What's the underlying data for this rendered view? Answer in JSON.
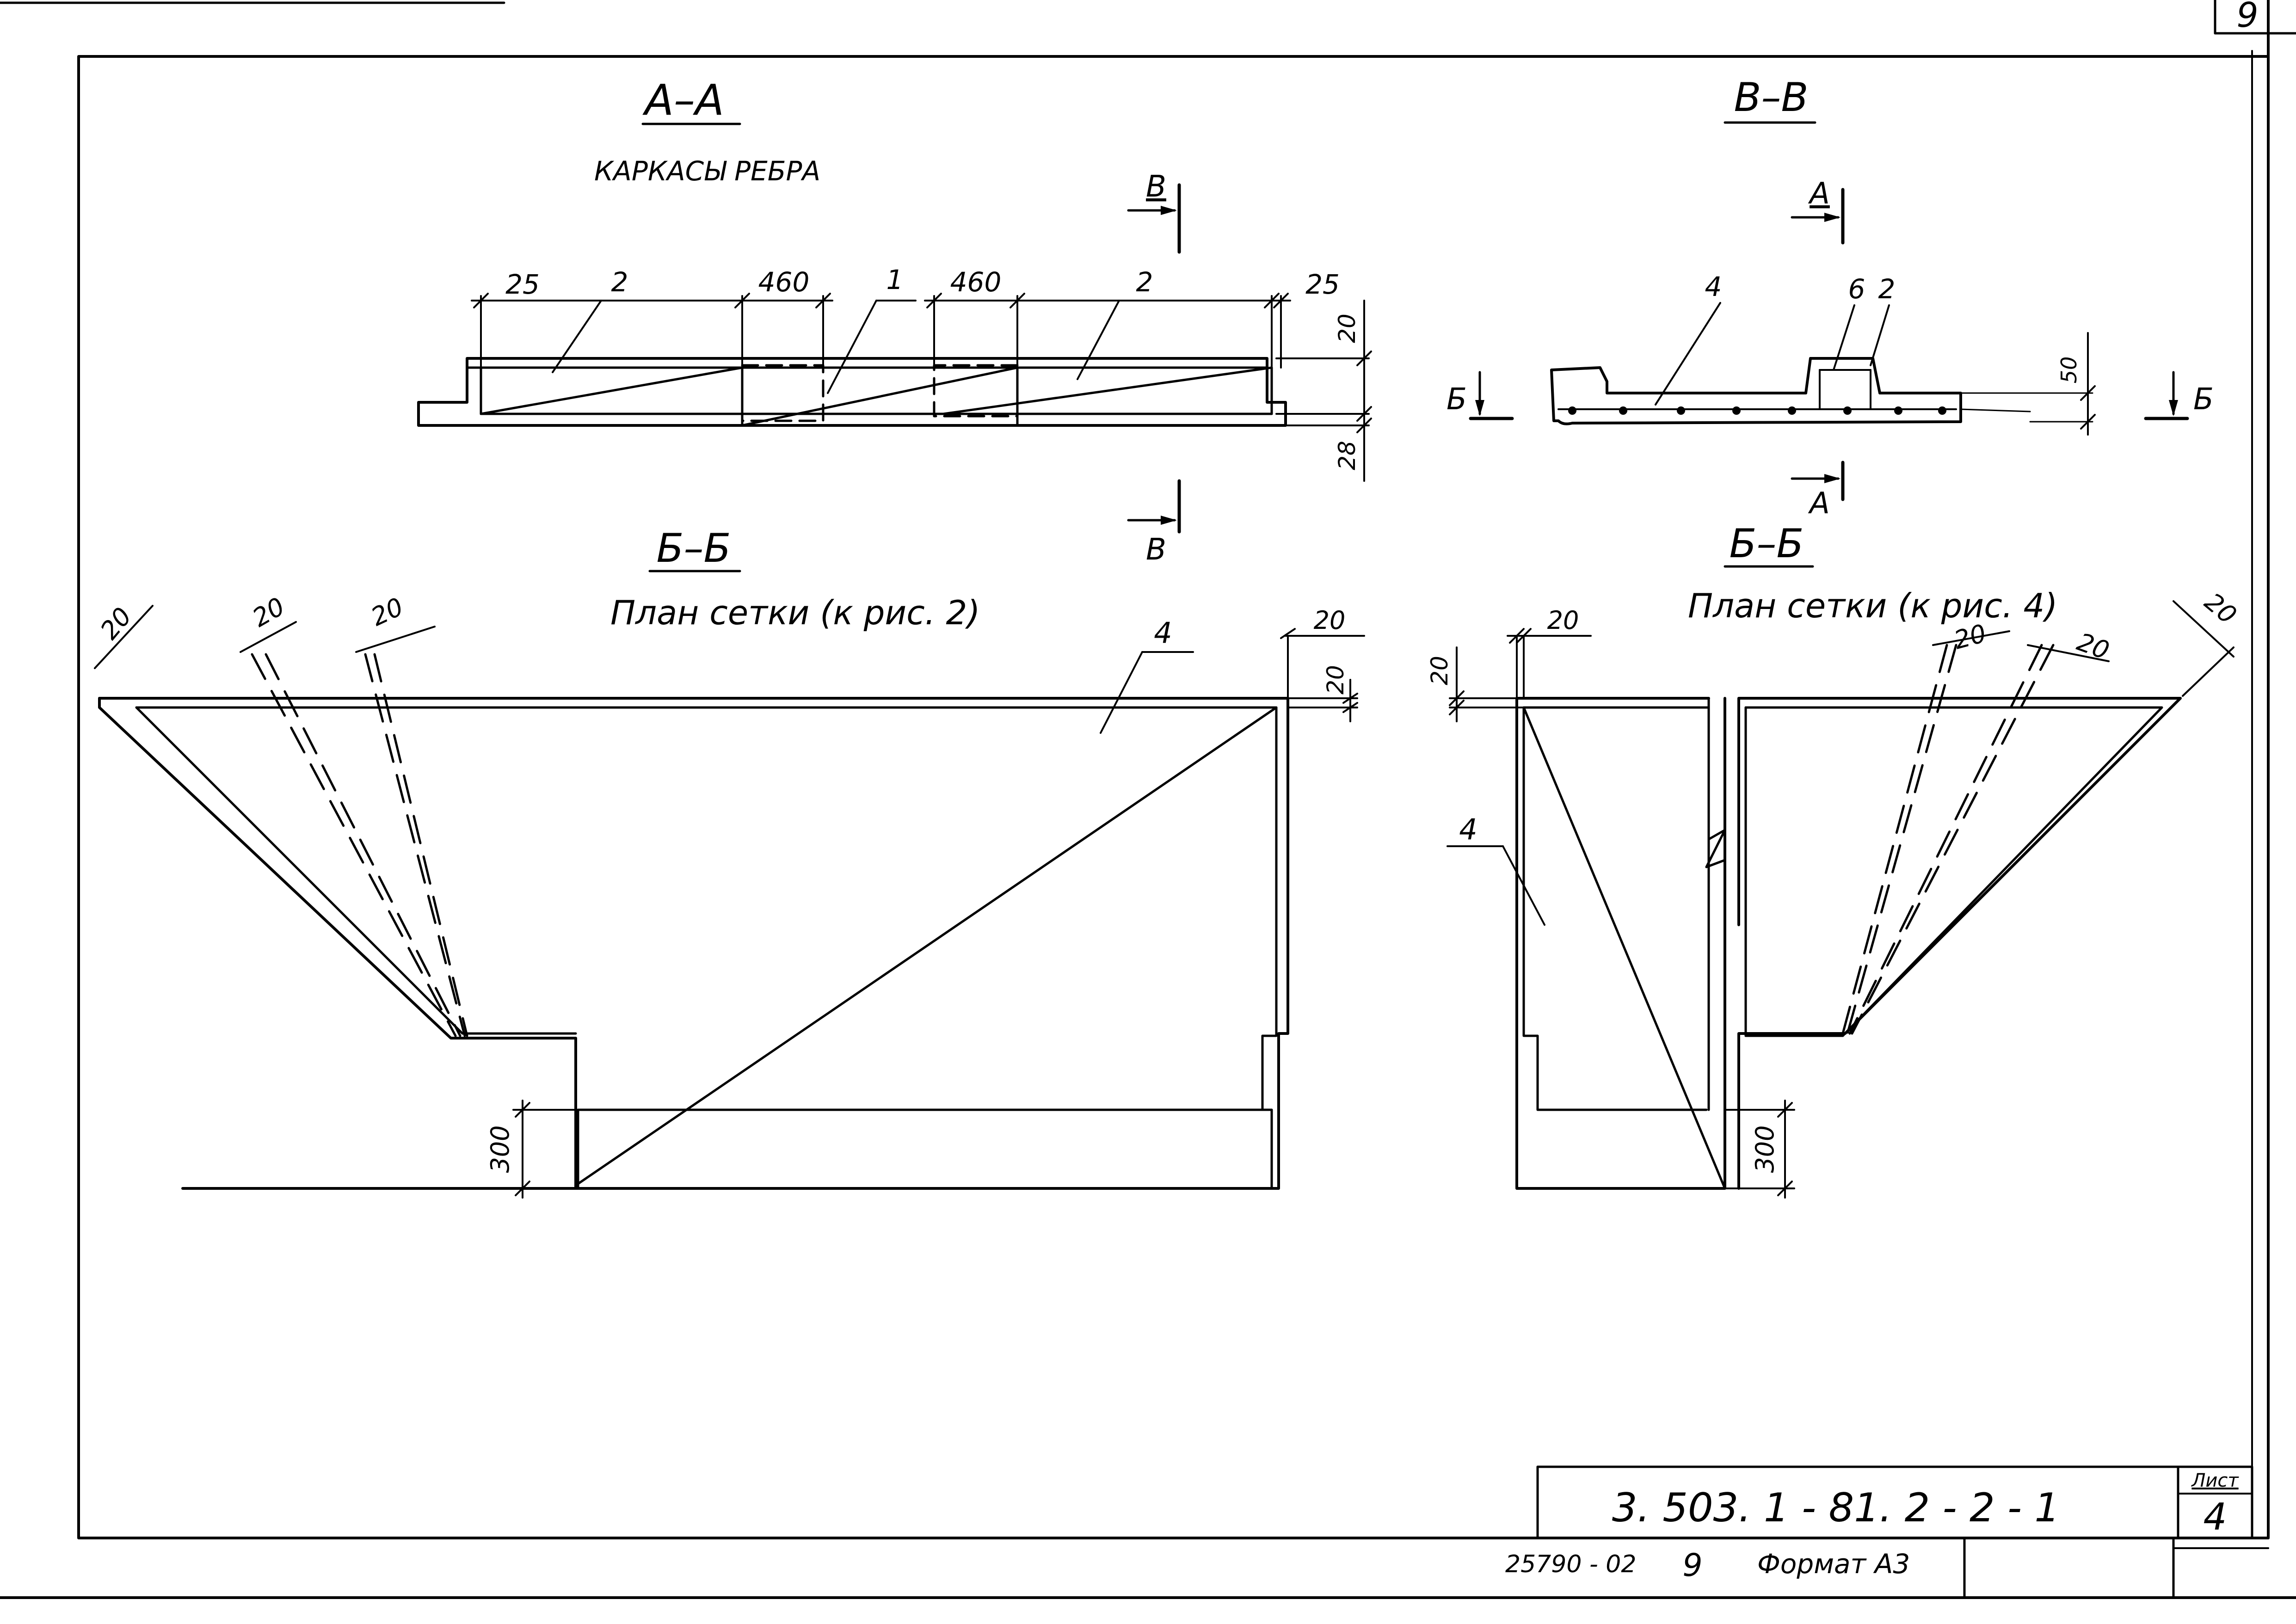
{
  "corner_page_number": "9",
  "sections": {
    "aa": {
      "title": "A–A",
      "subtitle": "КАРКАСЫ РЕБРА",
      "dims": {
        "end_left": "25",
        "end_right": "25",
        "w1": "460",
        "w2": "460",
        "top": "20",
        "bottom": "28"
      },
      "labels": {
        "frame2_left": "2",
        "frame1": "1",
        "frame2_right": "2"
      },
      "cut_top": "В",
      "cut_bottom": "В"
    },
    "vv": {
      "title": "В–В",
      "dims": {
        "height": "50"
      },
      "labels": {
        "mesh": "4",
        "frame6": "6",
        "frame2": "2"
      },
      "cut_top": "А",
      "cut_bottom": "А",
      "cut_left": "Б",
      "cut_right": "Б"
    },
    "bb_left": {
      "title": "Б–Б",
      "subtitle": "План сетки (к рис. 2)",
      "dims": {
        "d1": "20",
        "d2": "20",
        "d3": "20",
        "d4": "20",
        "d5": "20",
        "height": "300"
      },
      "labels": {
        "mesh": "4"
      }
    },
    "bb_right": {
      "title": "Б–Б",
      "subtitle": "План сетки (к рис. 4)",
      "dims": {
        "d1": "20",
        "d2": "20",
        "d3": "20",
        "d4": "20",
        "d5": "20",
        "height": "300"
      },
      "labels": {
        "mesh": "4"
      }
    }
  },
  "title_block": {
    "doc_code": "3. 503. 1 - 81. 2 - 2 - 1",
    "sheet_label": "Лист",
    "sheet_number": "4",
    "inventory": "25790 - 02",
    "copy_number": "9",
    "format": "Формат А3"
  }
}
